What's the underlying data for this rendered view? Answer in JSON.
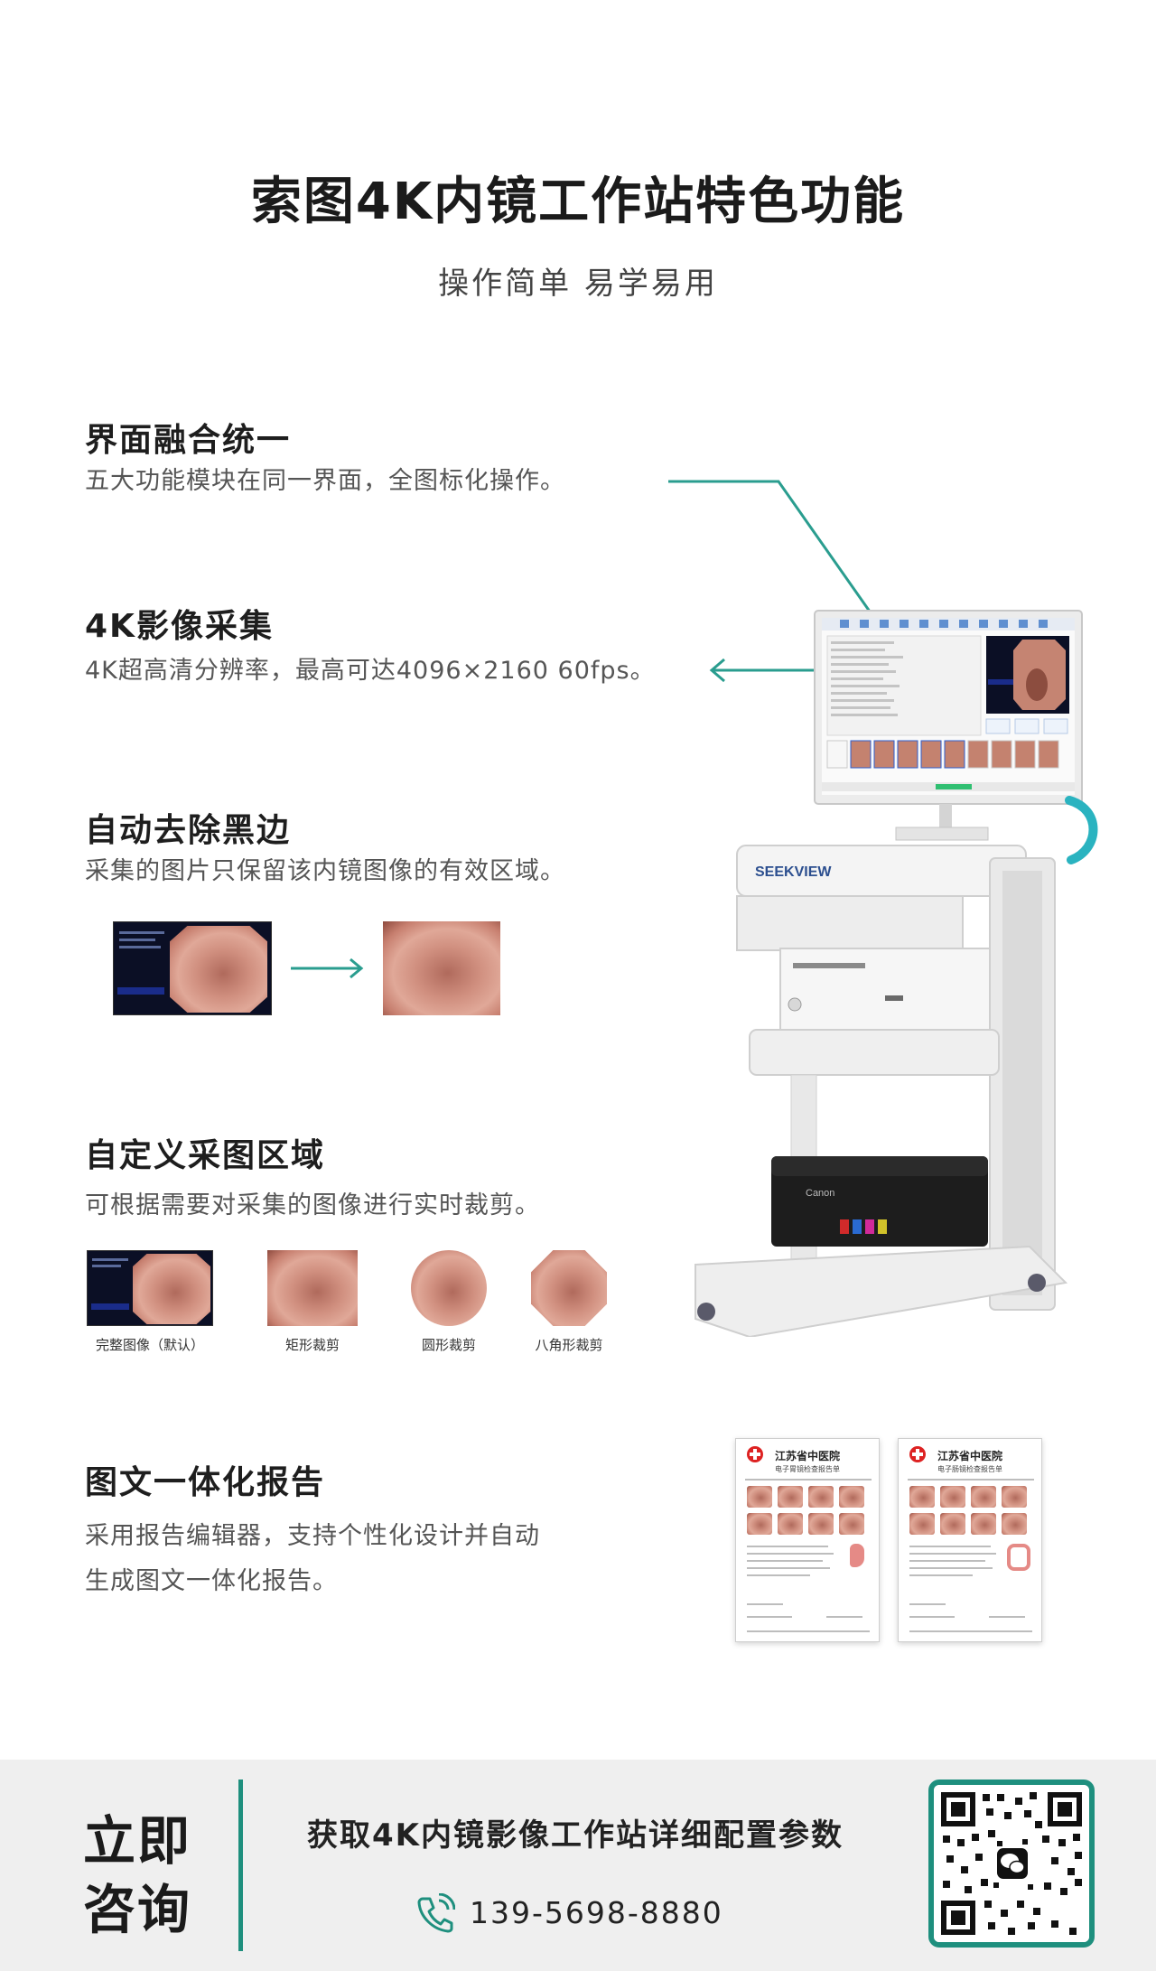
{
  "header": {
    "title": "索图4K内镜工作站特色功能",
    "subtitle": "操作简单 易学易用"
  },
  "features": [
    {
      "title": "界面融合统一",
      "desc": "五大功能模块在同一界面，全图标化操作。"
    },
    {
      "title": "4K影像采集",
      "desc": "4K超高清分辨率，最高可达4096×2160 60fps。"
    },
    {
      "title": "自动去除黑边",
      "desc": "采集的图片只保留该内镜图像的有效区域。"
    },
    {
      "title": "自定义采图区域",
      "desc": "可根据需要对采集的图像进行实时裁剪。"
    },
    {
      "title": "图文一体化报告",
      "desc_line1": "采用报告编辑器，支持个性化设计并自动",
      "desc_line2": "生成图文一体化报告。"
    }
  ],
  "crop_captions": [
    "完整图像（默认）",
    "矩形裁剪",
    "圆形裁剪",
    "八角形裁剪"
  ],
  "device": {
    "brand": "SEEKVIEW",
    "printer_brand": "Canon"
  },
  "reports": [
    {
      "hospital": "江苏省中医院",
      "subtitle": "电子胃镜检查报告单"
    },
    {
      "hospital": "江苏省中医院",
      "subtitle": "电子肠镜检查报告单"
    }
  ],
  "footer": {
    "cta_line1": "立即",
    "cta_line2": "咨询",
    "text": "获取4K内镜影像工作站详细配置参数",
    "phone": "139-5698-8880"
  },
  "colors": {
    "accent": "#1e8f7e",
    "arrow": "#2a9d8f"
  },
  "icons": [
    "phone-icon",
    "wechat-icon",
    "arrow-icon"
  ]
}
